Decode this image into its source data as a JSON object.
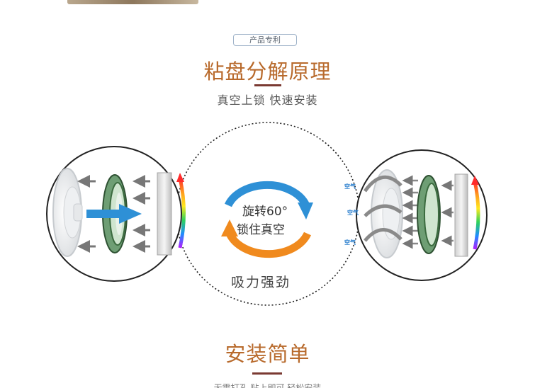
{
  "patent_label": "产品专利",
  "section1": {
    "title": "粘盘分解原理",
    "subtitle": "真空上锁 快速安装"
  },
  "center": {
    "rotate_line1": "旋转60°",
    "rotate_line2": "锁住真空",
    "power": "吸力强劲"
  },
  "right_panel": {
    "air_labels": [
      "空气",
      "空气",
      "空气"
    ]
  },
  "section2": {
    "title": "安装简单",
    "footer_partial": "无需打孔 贴上即可 轻松安装"
  },
  "colors": {
    "title": "#b86a2c",
    "divider": "#7a3a32",
    "arrow_blue": "#2e90d6",
    "arrow_orange": "#f08a1e",
    "disc_green": "#3b6b3f"
  }
}
